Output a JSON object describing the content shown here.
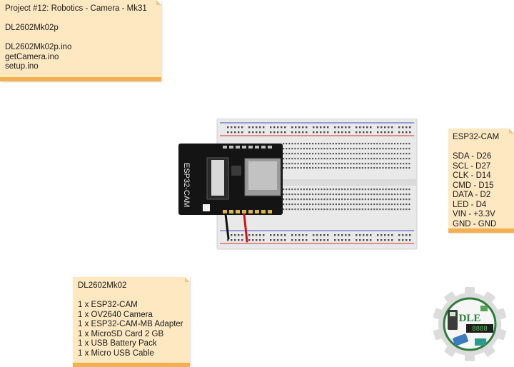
{
  "project_note": {
    "lines": [
      "Project #12: Robotics - Camera - Mk31",
      "",
      "DL2602Mk02p",
      "",
      "DL2602Mk02p.ino",
      "getCamera.ino",
      "setup.ino"
    ]
  },
  "pins_note": {
    "lines": [
      "ESP32-CAM",
      "",
      "SDA - D26",
      "SCL - D27",
      "CLK - D14",
      "CMD - D15",
      "DATA - D2",
      "LED - D4",
      "VIN - +3.3V",
      "GND - GND"
    ]
  },
  "parts_note": {
    "lines": [
      "DL2602Mk02",
      "",
      "1 x ESP32-CAM",
      "1 x OV2640 Camera",
      "1 x ESP32-CAM-MB Adapter",
      "1 x MicroSD Card 2 GB",
      "1 x USB Battery Pack",
      "1 x Micro USB Cable"
    ]
  },
  "board": {
    "module_label": "ESP32-CAM",
    "colors": {
      "breadboard": "#e9e9e9",
      "module": "#141414",
      "wire_black": "#111111",
      "wire_red": "#c8161d"
    }
  },
  "logo": {
    "text": "DLE",
    "colors": {
      "gear": "#dcdcdc",
      "ring": "#2f7d3a",
      "text": "#2f7d3a"
    }
  }
}
